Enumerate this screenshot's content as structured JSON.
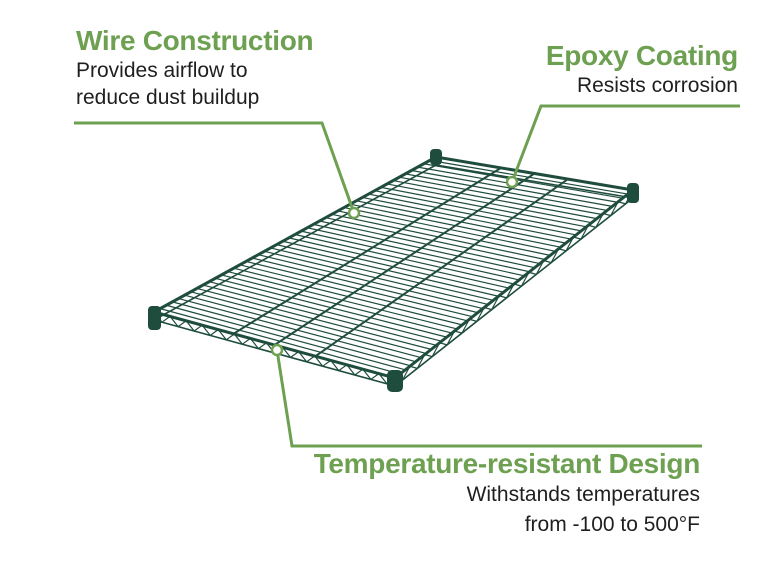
{
  "features": [
    {
      "id": "wire",
      "title": "Wire Construction",
      "lines": [
        "Provides airflow to",
        "reduce dust buildup"
      ]
    },
    {
      "id": "epoxy",
      "title": "Epoxy Coating",
      "lines": [
        "Resists corrosion"
      ]
    },
    {
      "id": "temp",
      "title": "Temperature-resistant Design",
      "lines": [
        "Withstands temperatures",
        "from -100 to 500°F"
      ]
    }
  ],
  "colors": {
    "accent": "#6da050",
    "shelf": "#1f4d3d",
    "text": "#1f1f1f"
  },
  "icons": {
    "callout_dot": "circle-marker-icon",
    "product": "wire-shelf-image"
  }
}
